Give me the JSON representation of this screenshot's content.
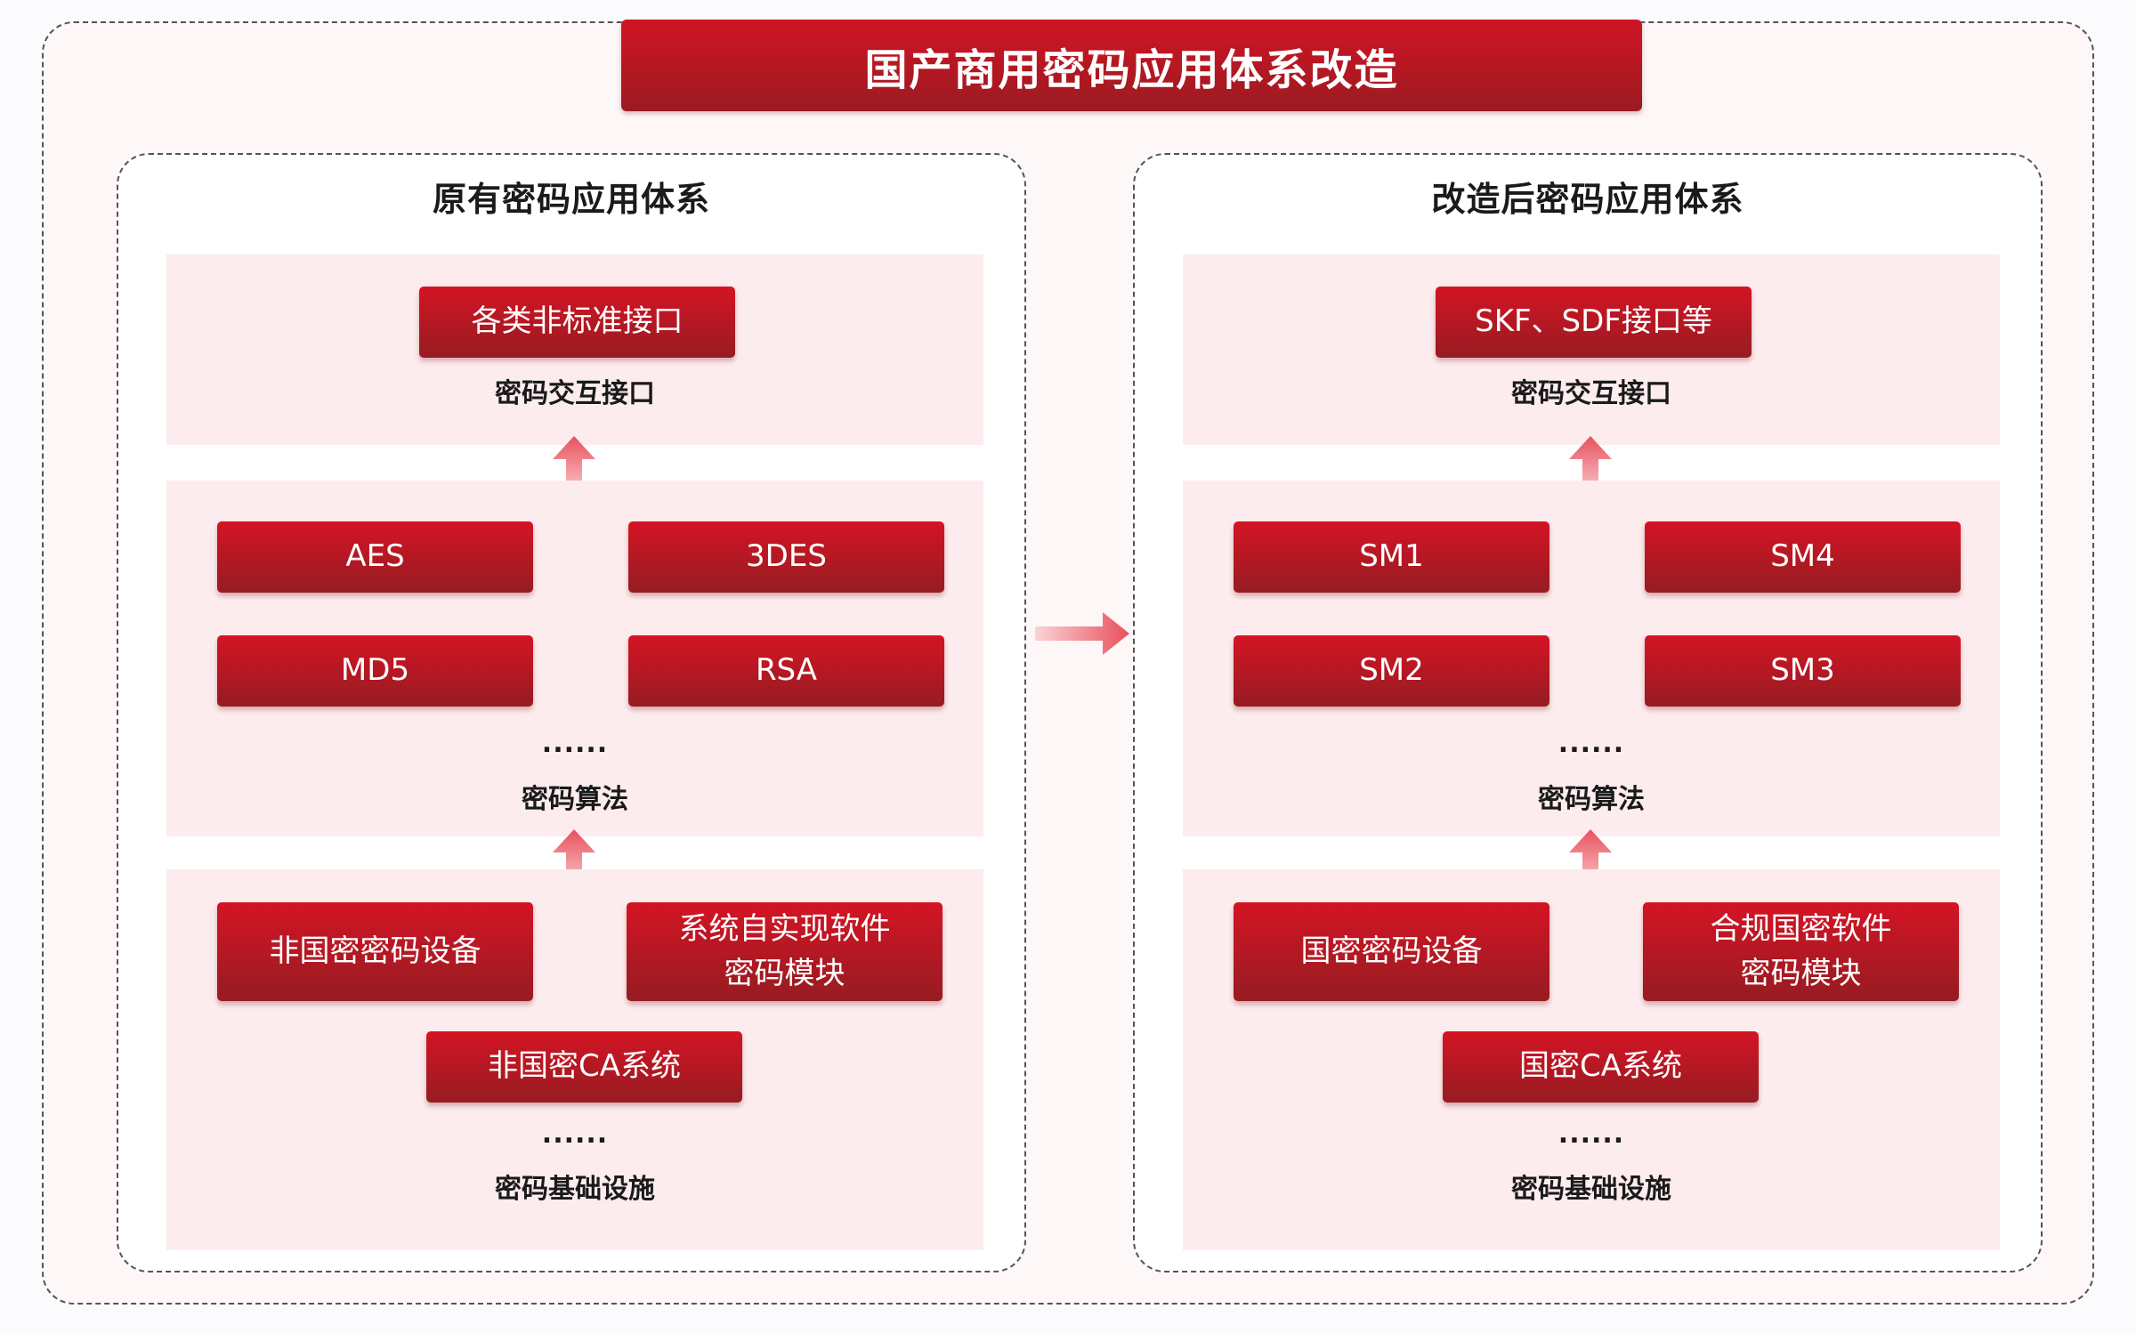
{
  "title": "国产商用密码应用体系改造",
  "left": {
    "title": "原有密码应用体系",
    "interface": {
      "button": "各类非标准接口",
      "label": "密码交互接口"
    },
    "algorithms": {
      "items": [
        "AES",
        "3DES",
        "MD5",
        "RSA"
      ],
      "ellipsis": "......",
      "label": "密码算法"
    },
    "infrastructure": {
      "items": [
        "非国密密码设备",
        "系统自实现软件\n密码模块",
        "非国密CA系统"
      ],
      "ellipsis": "......",
      "label": "密码基础设施"
    }
  },
  "right": {
    "title": "改造后密码应用体系",
    "interface": {
      "button": "SKF、SDF接口等",
      "label": "密码交互接口"
    },
    "algorithms": {
      "items": [
        "SM1",
        "SM4",
        "SM2",
        "SM3"
      ],
      "ellipsis": "......",
      "label": "密码算法"
    },
    "infrastructure": {
      "items": [
        "国密密码设备",
        "合规国密软件\n密码模块",
        "国密CA系统"
      ],
      "ellipsis": "......",
      "label": "密码基础设施"
    }
  },
  "colors": {
    "accent_red": "#c8161f",
    "dark_red": "#961c22",
    "panel_pink": "#fdecee",
    "arrow_pink": "#ee7d86"
  }
}
